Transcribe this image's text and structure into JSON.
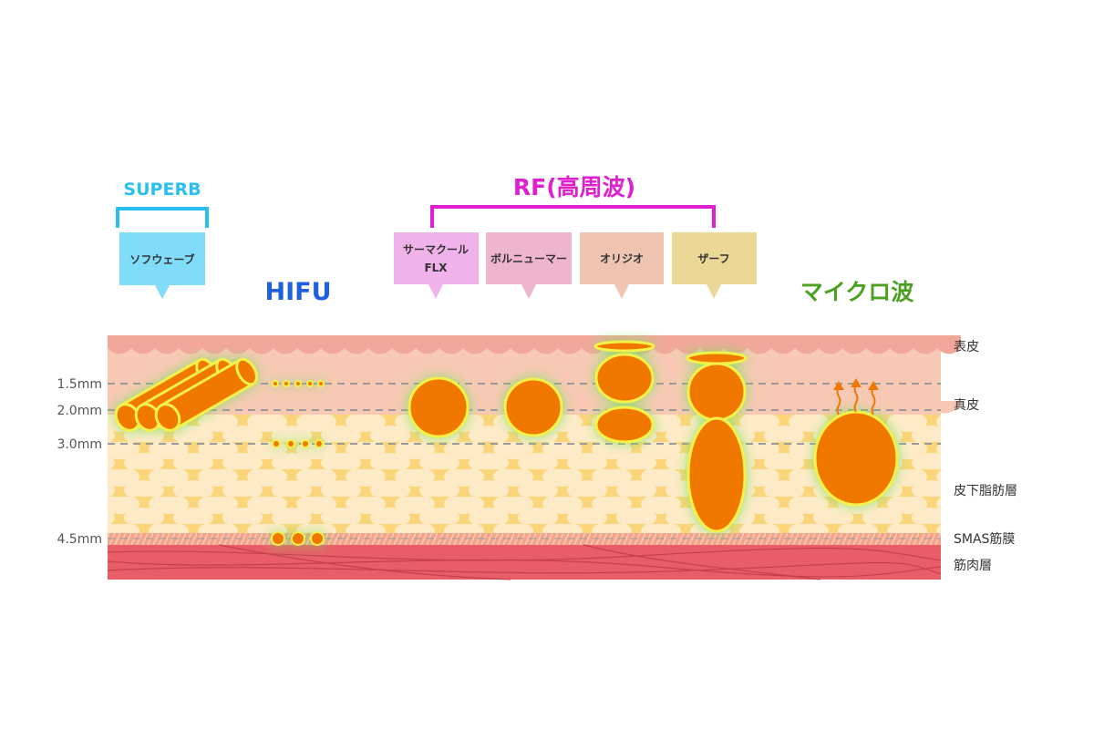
{
  "groups": {
    "superb": {
      "title": "SUPERB",
      "color": "#29bff0"
    },
    "hifu": {
      "title": "HIFU",
      "color": "#1f5fe0"
    },
    "rf": {
      "title": "RF(高周波)",
      "color": "#e020d0"
    },
    "microwave": {
      "title": "マイクロ波",
      "color": "#4aa020"
    }
  },
  "devices": [
    {
      "line1": "ソフウェーブ",
      "line2": "",
      "color": "#80dcf8"
    },
    {
      "line1": "サーマクール",
      "line2": "FLX",
      "color": "#f0b2ea"
    },
    {
      "line1": "ボルニューマー",
      "line2": "",
      "color": "#efb5cd"
    },
    {
      "line1": "オリジオ",
      "line2": "",
      "color": "#efc5b2"
    },
    {
      "line1": "ザーフ",
      "line2": "",
      "color": "#ebd897"
    }
  ],
  "depths": [
    "1.5mm",
    "2.0mm",
    "3.0mm",
    "4.5mm"
  ],
  "layers": [
    "表皮",
    "真皮",
    "皮下脂肪層",
    "SMAS筋膜",
    "筋肉層"
  ],
  "colors": {
    "heat": "#f07800",
    "rim": "#f4f24a",
    "glow": "#7ee060"
  }
}
